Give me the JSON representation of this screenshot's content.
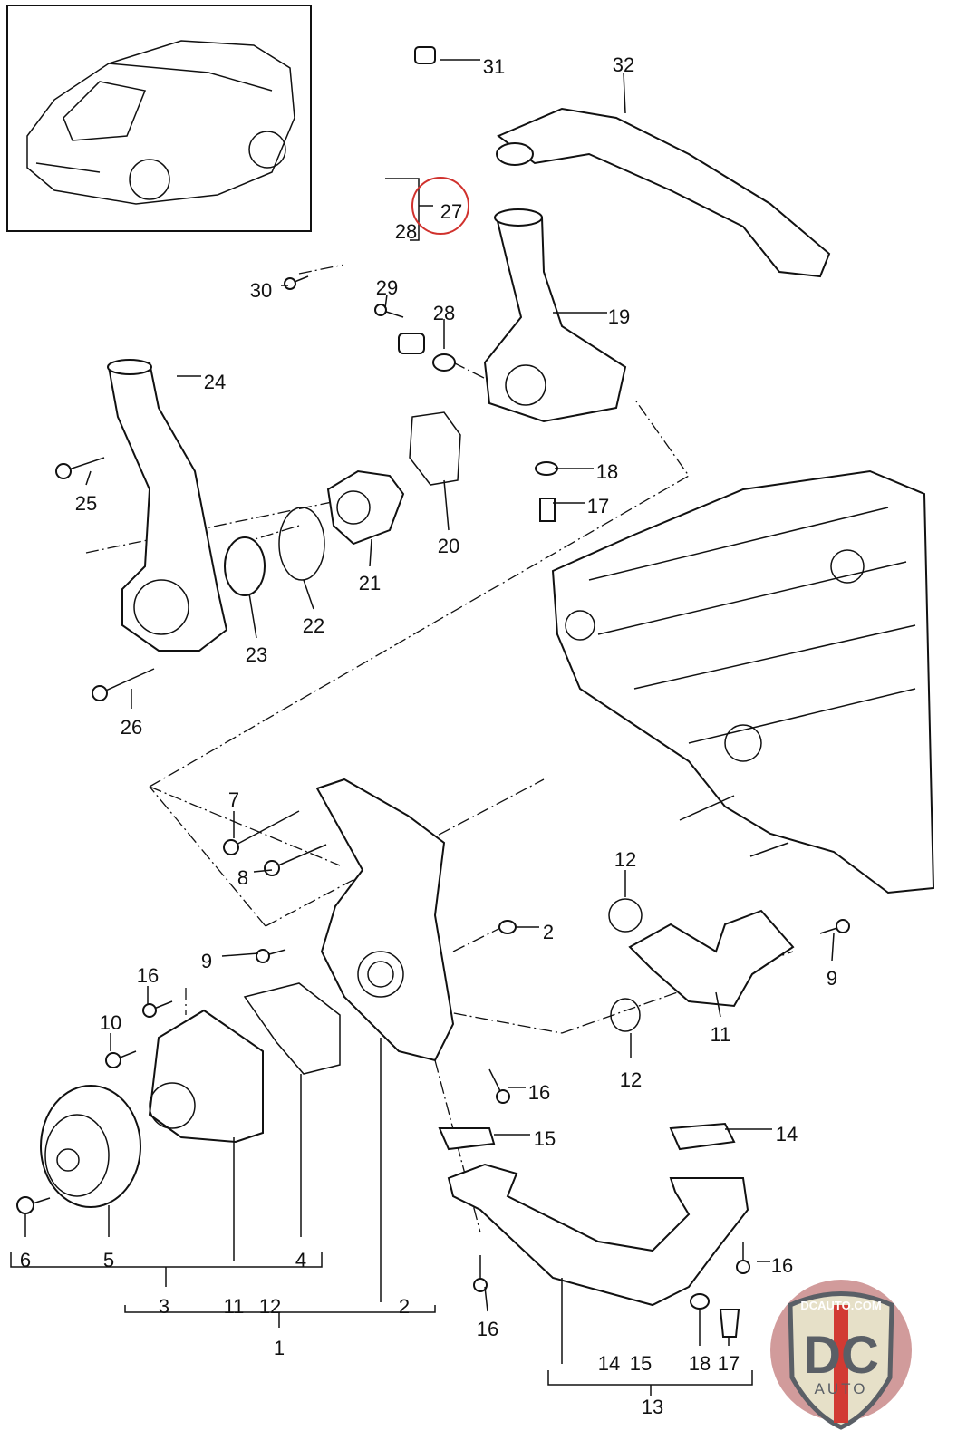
{
  "diagram": {
    "callouts": [
      "31",
      "32",
      "27",
      "28",
      "30",
      "29",
      "28",
      "19",
      "24",
      "25",
      "18",
      "17",
      "20",
      "21",
      "22",
      "23",
      "26",
      "7",
      "8",
      "12",
      "2",
      "9",
      "9",
      "16",
      "10",
      "11",
      "12",
      "16",
      "15",
      "14",
      "6",
      "5",
      "4",
      "16",
      "3",
      "11",
      "12",
      "2",
      "1",
      "16",
      "18",
      "17",
      "14",
      "15",
      "13"
    ],
    "highlighted_callout": "27",
    "highlight_color": "#d0312d"
  },
  "logo": {
    "top_text": "DCAUTO.COM",
    "main_text": "DC",
    "sub_text": "AUTO",
    "colors": {
      "circle": "#c98a8a",
      "shield": "#e6e0c8",
      "letters": "#5a5f66",
      "stripe": "#d23a33"
    }
  }
}
